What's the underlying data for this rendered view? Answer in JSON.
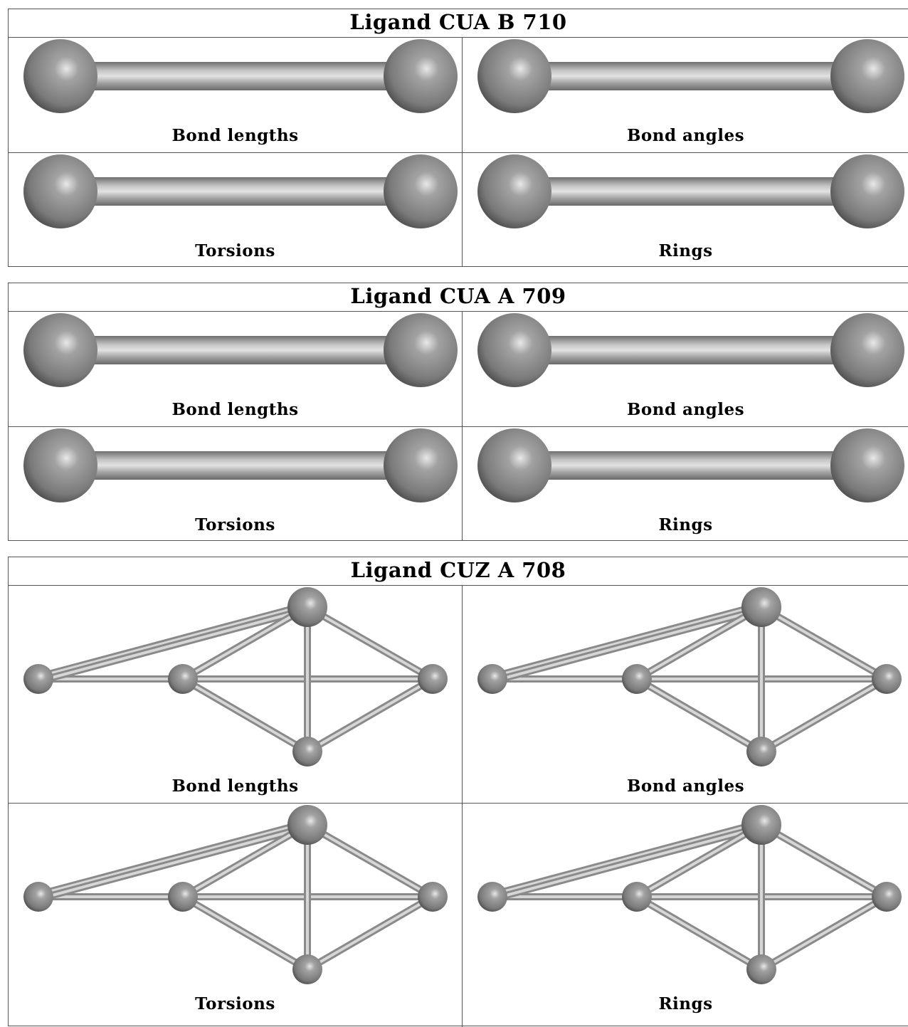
{
  "blocks": [
    {
      "title": "Ligand CUA B 710",
      "panels": [
        "Bond lengths",
        "Bond angles",
        "Torsions",
        "Rings"
      ],
      "structure": "diatomic"
    },
    {
      "title": "Ligand CUA A 709",
      "panels": [
        "Bond lengths",
        "Bond angles",
        "Torsions",
        "Rings"
      ],
      "structure": "diatomic"
    },
    {
      "title": "Ligand CUZ A 708",
      "panels": [
        "Bond lengths",
        "Bond angles",
        "Torsions",
        "Rings"
      ],
      "structure": "cluster"
    }
  ],
  "colors": {
    "atom": "#7a7a7a",
    "bond": "#b8b8b8",
    "border": "#555555"
  }
}
